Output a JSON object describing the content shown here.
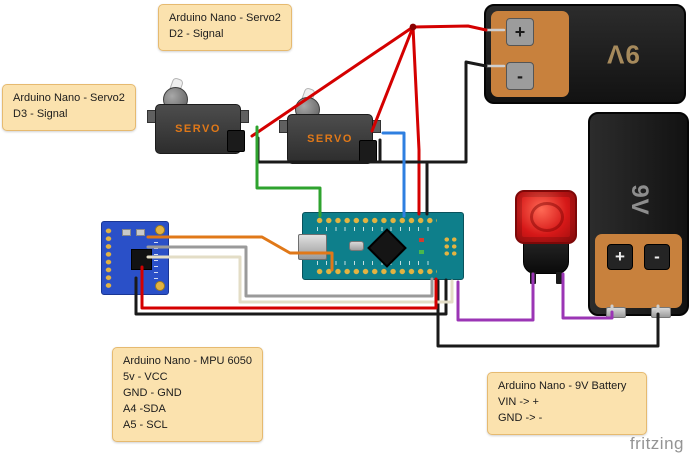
{
  "notes": [
    {
      "lines": [
        "Arduino Nano - Servo2",
        "D2 - Signal"
      ]
    },
    {
      "lines": [
        "Arduino Nano - Servo2",
        "D3 - Signal"
      ]
    },
    {
      "lines": [
        "Arduino Nano - MPU 6050",
        "5v - VCC",
        "GND - GND",
        "A4 -SDA",
        "A5 - SCL"
      ]
    },
    {
      "lines": [
        "Arduino Nano - 9V Battery",
        "VIN -> +",
        "GND -> -"
      ]
    }
  ],
  "components": {
    "servo1": {
      "label": "SERVO"
    },
    "servo2": {
      "label": "SERVO"
    },
    "battery_top": {
      "label": "9V",
      "plus": "+",
      "minus": "-"
    },
    "battery_right": {
      "label": "9V",
      "plus": "+",
      "minus": "-"
    }
  },
  "watermark": "fritzing",
  "colors": {
    "wire_red": "#d40000",
    "wire_black": "#1a1a1a",
    "wire_green": "#2fa32f",
    "wire_blue": "#2f7fe0",
    "wire_orange": "#e07818",
    "wire_gray": "#9a9a9a",
    "wire_white": "#e3ddc6",
    "wire_purple": "#9b35b5",
    "wire_lead": "#cfcfcf",
    "note_bg": "#fbe2ae",
    "note_border": "#e6ba70",
    "battery_orange": "#c8813d",
    "board_teal": "#0e7f8b",
    "board_blue": "#2a50c8"
  }
}
